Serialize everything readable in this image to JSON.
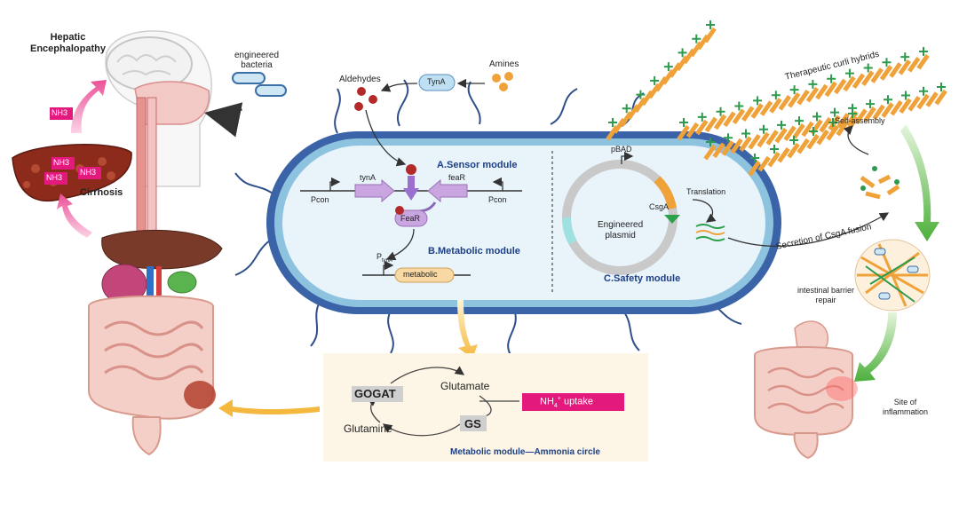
{
  "left_panel": {
    "hepatic_encephalopathy": [
      "Hepatic",
      "Encephalopathy"
    ],
    "nh3": "NH3",
    "cirrhosis": "Cirrhosis",
    "engineered_bacteria": [
      "engineered",
      "bacteria"
    ]
  },
  "top_labels": {
    "aldehydes": "Aldehydes",
    "amines": "Amines",
    "tyna_enzyme": "TynA"
  },
  "cell": {
    "sensor_title": "A.Sensor module",
    "metabolic_title": "B.Metabolic module",
    "safety_title": "C.Safety module",
    "pcon_left": "Pcon",
    "pcon_right": "Pcon",
    "tyna_gene": "tynA",
    "fear_gene": "feaR",
    "fear_protein": "FeaR",
    "ptyna": "P",
    "ptyna_sub": "tynA",
    "metabolic_gene": "metabolic",
    "pbad": "pBAD",
    "csga": "CsgA",
    "plasmid": [
      "Engineered",
      "plasmid"
    ],
    "translation": "Translation"
  },
  "right_panel": {
    "therapeutic_curli": "Therapeutic curli hybrids",
    "self_assembly": "Self-assembly",
    "secretion": "Secretion of CsgA fusion",
    "barrier_repair": [
      "intestinal barrier",
      "repair"
    ],
    "site_inflammation": [
      "Site of",
      "inflammation"
    ]
  },
  "ammonia_box": {
    "gogat": "GOGAT",
    "glutamate": "Glutamate",
    "glutamine": "Glutamine",
    "gs": "GS",
    "nh4_uptake_pre": "NH",
    "nh4_uptake_sub": "4",
    "nh4_uptake_sup": "+",
    "nh4_uptake_post": " uptake",
    "caption": "Metabolic module—Ammonia circle"
  },
  "colors": {
    "membrane_outer": "#3a63a8",
    "membrane_inner": "#8ec3df",
    "cytoplasm": "#e9f3fa",
    "gene_arrow": "#c9a6e0",
    "nh_magenta": "#e3197d",
    "curli_orange": "#f0a23a",
    "curli_green": "#2e9a4e",
    "yellow_arrow": "#f5c35c",
    "green_arrow": "#5bb84a",
    "pink_arrow": "#f06aa8",
    "box_bg": "#fdf6e6"
  }
}
